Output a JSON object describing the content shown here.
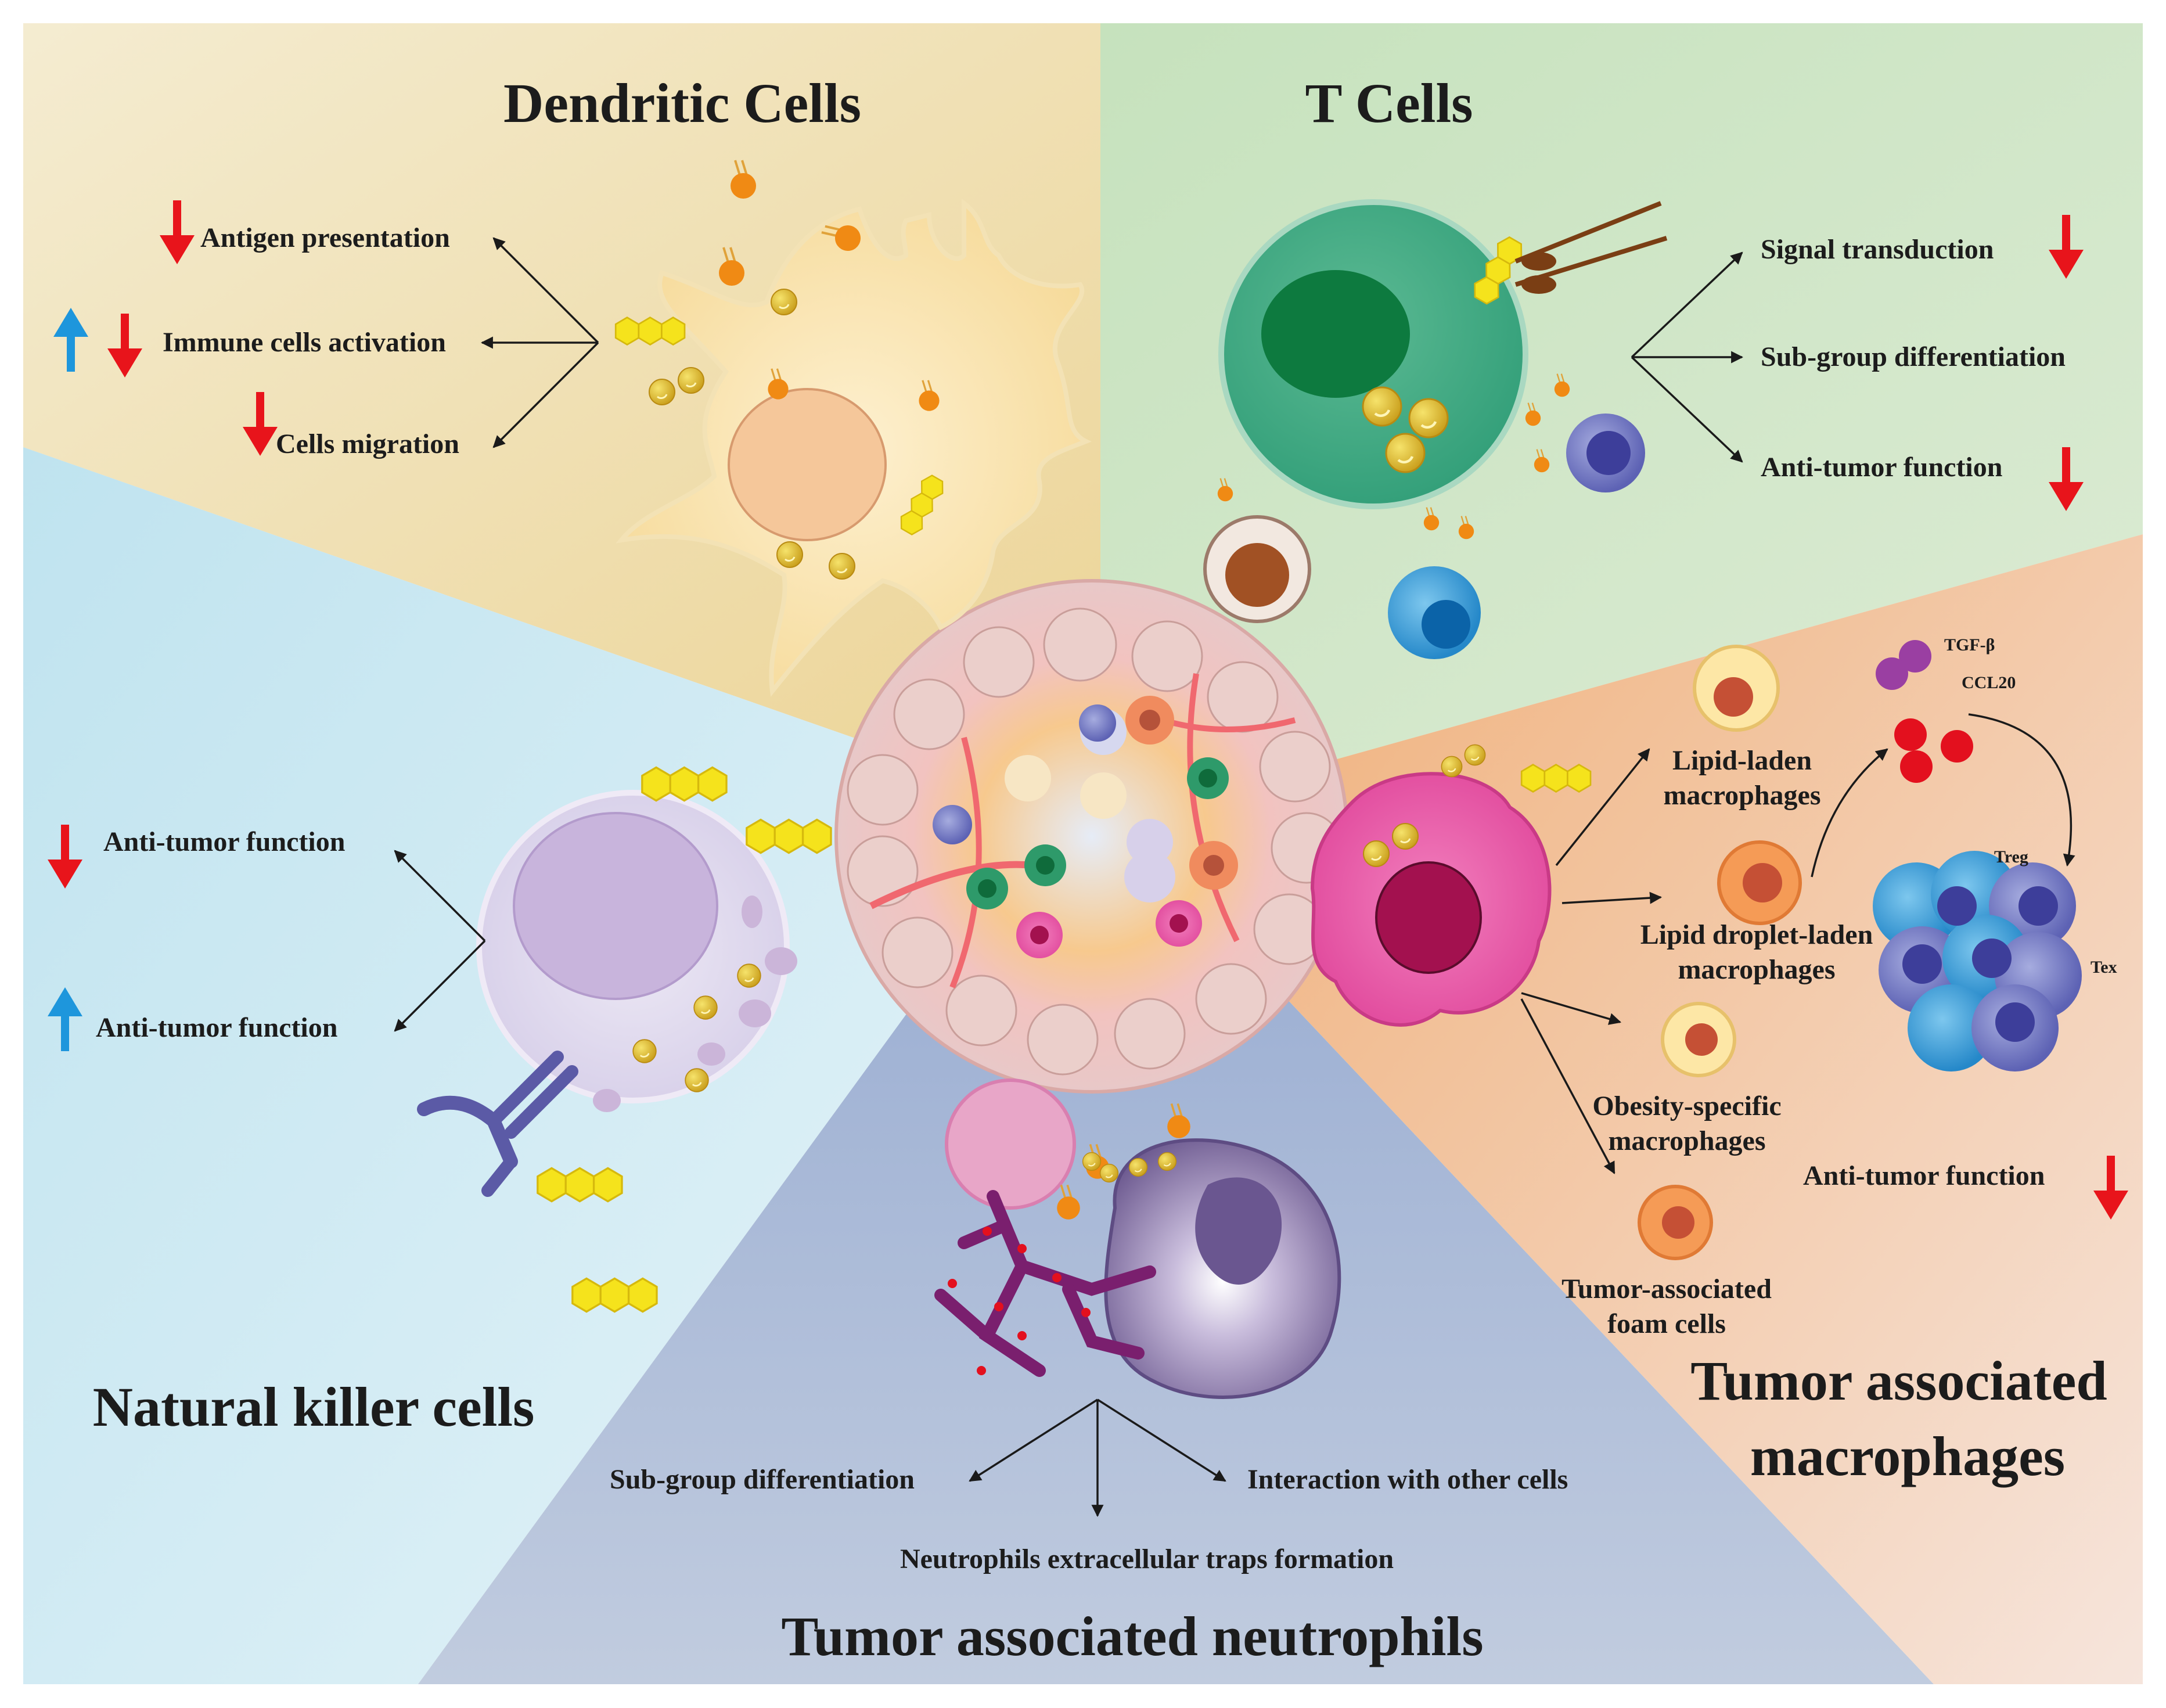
{
  "dendritic": {
    "title": "Dendritic Cells",
    "effects": [
      "Antigen presentation",
      "Immune cells activation",
      "Cells migration"
    ]
  },
  "tcells": {
    "title": "T Cells",
    "effects": [
      "Signal transduction",
      "Sub-group differentiation",
      "Anti-tumor function"
    ]
  },
  "nk": {
    "title": "Natural killer cells",
    "effects": [
      "Anti-tumor function",
      "Anti-tumor function"
    ]
  },
  "macrophages": {
    "title_line1": "Tumor associated",
    "title_line2": "macrophages",
    "types": [
      "Lipid-laden",
      "macrophages",
      "Lipid droplet-laden",
      "macrophages",
      "Obesity-specific",
      "macrophages",
      "Tumor-associated",
      "foam cells"
    ],
    "cytokines": [
      "TGF-β",
      "CCL20"
    ],
    "tcell_labels": [
      "Treg",
      "Tex"
    ],
    "effect": "Anti-tumor function"
  },
  "neutrophils": {
    "title": "Tumor associated neutrophils",
    "effects": [
      "Sub-group differentiation",
      "Interaction with other cells",
      "Neutrophils extracellular traps formation"
    ]
  },
  "colors": {
    "down_arrow": "#e8141b",
    "up_arrow": "#1e96dc",
    "dc_bg": "#efdfae",
    "tcell_bg": "#d2e6c8",
    "nk_bg": "#cde9f1",
    "neutrophil_bg": "#a9bad8",
    "macrophage_bg": "#f0b98c",
    "lipid": "#f5e31c"
  }
}
